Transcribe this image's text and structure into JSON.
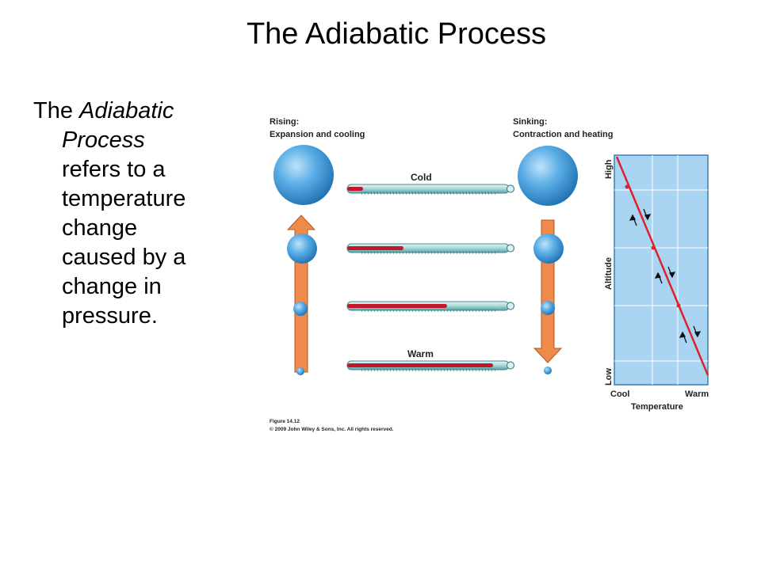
{
  "slide": {
    "title": "The Adiabatic Process",
    "body_lines": [
      {
        "plain": "The ",
        "italic": "Adiabatic"
      },
      {
        "italic": "Process"
      },
      {
        "plain": "refers to a"
      },
      {
        "plain": "temperature"
      },
      {
        "plain": "change"
      },
      {
        "plain": "caused by a"
      },
      {
        "plain": "change in"
      },
      {
        "plain": "pressure."
      }
    ]
  },
  "figure": {
    "rising_title": "Rising:",
    "rising_subtitle": "Expansion and cooling",
    "sinking_title": "Sinking:",
    "sinking_subtitle": "Contraction and heating",
    "thermo_cold_label": "Cold",
    "thermo_warm_label": "Warm",
    "caption_figure": "Figure 14.12",
    "caption_copyright": "© 2009 John Wiley & Sons, Inc. All rights reserved.",
    "graph": {
      "axis_high": "High",
      "axis_label": "Altitude",
      "axis_low": "Low",
      "x_cool": "Cool",
      "x_warm": "Warm",
      "x_label": "Temperature"
    },
    "colors": {
      "arrow_orange": "#f08a4b",
      "sphere_blue": "#3a8fd0",
      "mercury_red": "#c0182a",
      "graph_bg": "#a9d4f2",
      "line_red": "#e0202a"
    },
    "thermometer_levels": [
      0.1,
      0.35,
      0.62,
      0.9
    ]
  }
}
